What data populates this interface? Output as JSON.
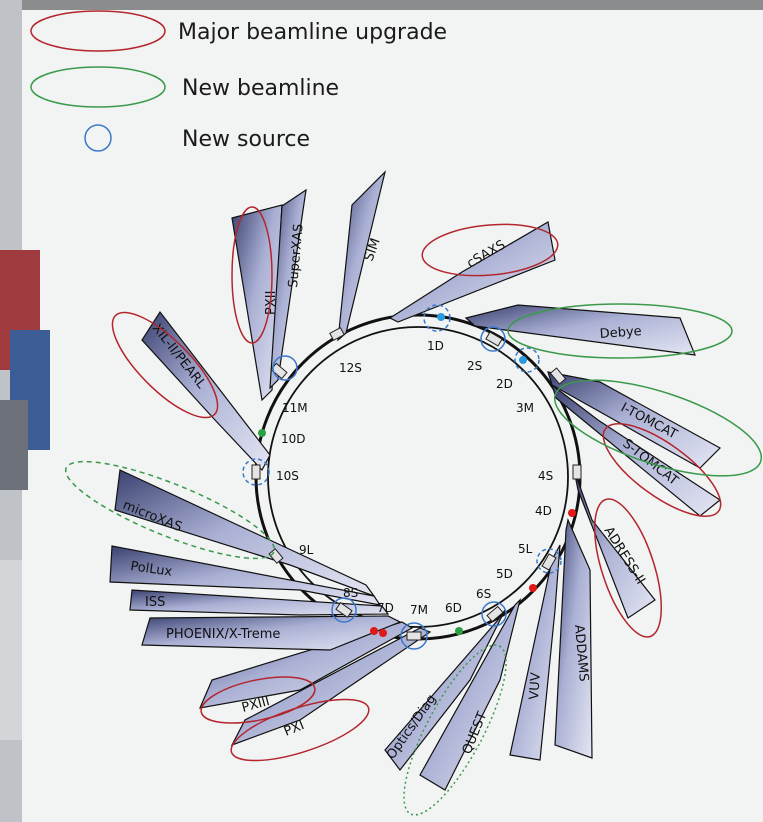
{
  "legend": {
    "major_upgrade": "Major beamline upgrade",
    "new_beamline": "New beamline",
    "new_source": "New source"
  },
  "beamlines": {
    "pxii": "PXII",
    "superxas": "SuperXAS",
    "sim": "SIM",
    "csaxs": "cSAXS",
    "debye": "Debye",
    "itomcat": "I-TOMCAT",
    "stomcat": "S-TOMCAT",
    "adress": "ADRESS-II",
    "addams": "ADDAMS",
    "vuv": "VUV",
    "quest": "QUEST",
    "optics": "Optics/Diag",
    "pxi": "PXI",
    "pxiii": "PXIII",
    "phoenix": "PHOENIX/X-Treme",
    "iss": "ISS",
    "pollux": "PolLux",
    "microxas": "microXAS",
    "xil": "XIL-II/PEARL"
  },
  "sections": {
    "s1d": "1D",
    "s2s": "2S",
    "s2d": "2D",
    "s3m": "3M",
    "s4s": "4S",
    "s4d": "4D",
    "s5l": "5L",
    "s5d": "5D",
    "s6s": "6S",
    "s6d": "6D",
    "s7m": "7M",
    "s7d": "7D",
    "s8s": "8S",
    "s9l": "9L",
    "s10s": "10S",
    "s10d": "10D",
    "s11m": "11M",
    "s12s": "12S"
  },
  "colors": {
    "major_upgrade": "#b3262d",
    "new_beamline": "#3a9a4a",
    "new_source": "#3a78c9",
    "beamline_fill": "#c9cde6",
    "ring": "#111111"
  }
}
